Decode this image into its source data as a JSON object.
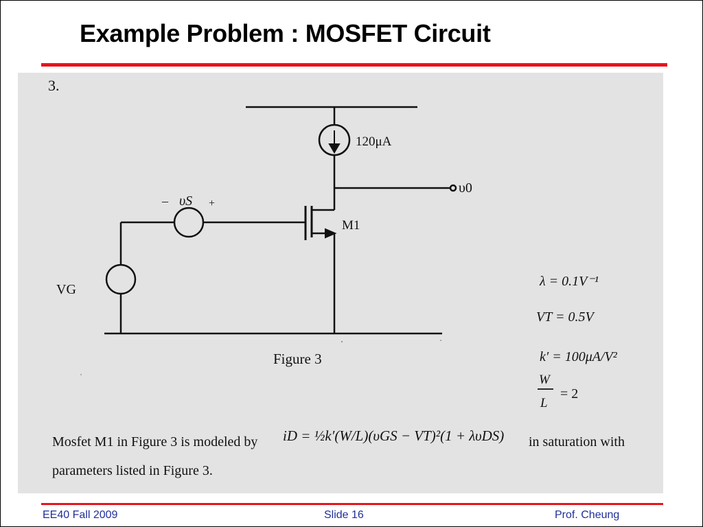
{
  "slide": {
    "title": "Example Problem : MOSFET Circuit"
  },
  "problem": {
    "number": "3.",
    "figure_caption": "Figure 3",
    "labels": {
      "current_source": "120μA",
      "output": "υ0",
      "signal_source_minus": "–",
      "signal_source": "υS",
      "signal_source_plus": "+",
      "transistor": "M1",
      "gate_bias": "VG"
    },
    "parameters": {
      "lambda": "λ = 0.1V⁻¹",
      "vt": "VT = 0.5V",
      "k_prime": "k′ = 100μA/V²",
      "w_over_l_num": "W",
      "w_over_l_den": "L",
      "w_over_l_value": "= 2"
    },
    "text_before_equation": "Mosfet M1 in Figure 3 is modeled by",
    "equation": "iD = ½k′(W/L)(υGS − VT)²(1 + λυDS)",
    "text_after_equation": "in saturation with",
    "text_line2": "parameters listed in Figure 3."
  },
  "footer": {
    "course": "EE40 Fall 2009",
    "slide_number": "Slide 16",
    "author": "Prof. Cheung"
  },
  "colors": {
    "accent_rule": "#e8141b",
    "footer_text": "#1f2f9a",
    "scan_background": "#e3e3e3"
  }
}
